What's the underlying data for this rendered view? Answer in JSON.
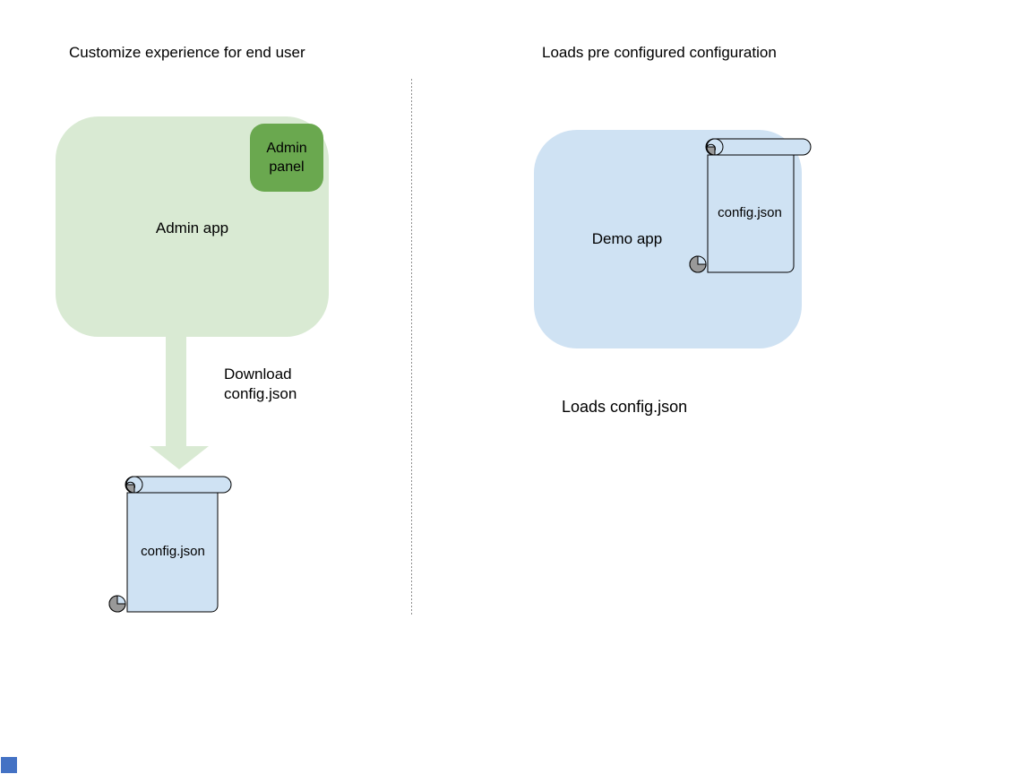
{
  "left": {
    "title": "Customize experience for end user",
    "admin_app_label": "Admin app",
    "admin_panel_label": "Admin\npanel",
    "download_label": "Download\nconfig.json",
    "config_file_label": "config.json"
  },
  "right": {
    "title": "Loads pre configured configuration",
    "demo_app_label": "Demo app",
    "config_file_label": "config.json",
    "caption": "Loads config.json"
  },
  "colors": {
    "app_green": "#d9ead3",
    "panel_green": "#6aa84f",
    "app_blue": "#cfe2f3",
    "scroll_fill": "#cfe2f3",
    "curl_gray": "#999999",
    "outline_black": "#000000",
    "divider_gray": "#8f8f8f",
    "marker_blue": "#4472c4",
    "text_black": "#000000"
  }
}
